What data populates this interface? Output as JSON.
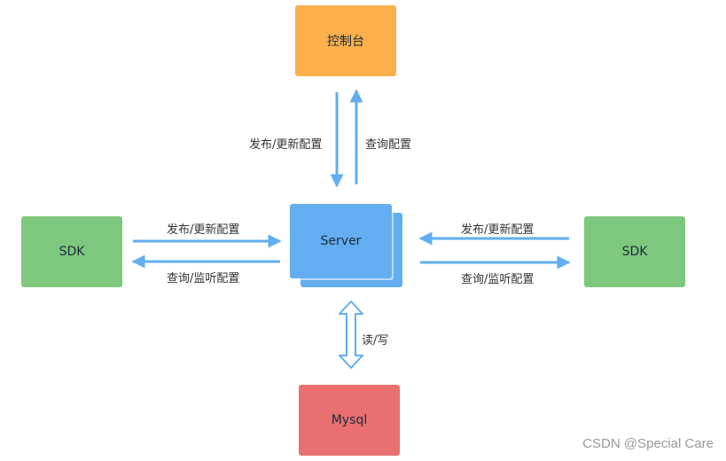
{
  "nodes": {
    "console": "控制台",
    "server": "Server",
    "sdk_left": "SDK",
    "sdk_right": "SDK",
    "mysql": "Mysql"
  },
  "edges": {
    "console_publish": "发布/更新配置",
    "console_query": "查询配置",
    "left_publish": "发布/更新配置",
    "left_query": "查询/监听配置",
    "right_publish": "发布/更新配置",
    "right_query": "查询/监听配置",
    "mysql_rw": "读/写"
  },
  "watermark": "CSDN @Special Care",
  "colors": {
    "console": "#fbb04b",
    "server": "#62aef0",
    "sdk": "#7ec87e",
    "mysql": "#e87070",
    "arrow": "#62aef0"
  }
}
